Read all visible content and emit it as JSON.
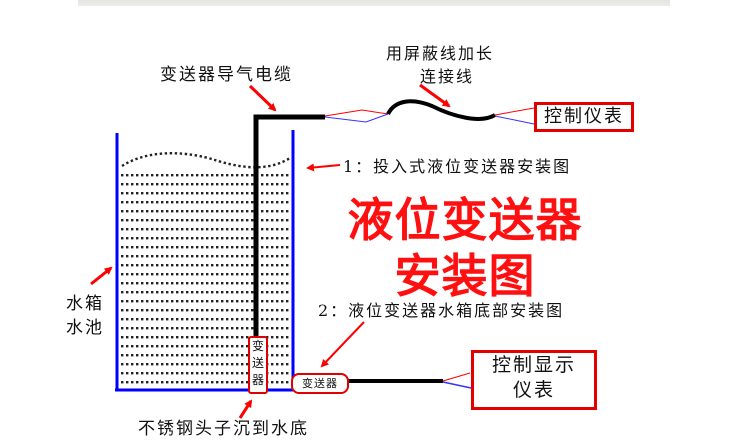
{
  "title": {
    "line1": "液位变送器",
    "line2": "安装图",
    "color": "#ff1010"
  },
  "labels": {
    "cable": "变送器导气电缆",
    "extension_line1": "用屏蔽线加长",
    "extension_line2": "连接线",
    "control_meter_top": "控制仪表",
    "install1": "1：投入式液位变送器安装图",
    "install2": "2：液位变送器水箱底部安装图",
    "tank_line1": "水箱",
    "tank_line2": "水池",
    "stainless": "不锈钢头子沉到水底",
    "control_display_line1": "控制显示",
    "control_display_line2": "仪表",
    "sensor_vertical": [
      "变",
      "送",
      "器"
    ],
    "sensor_horizontal": "变送器"
  },
  "colors": {
    "tank_wall": "#0000ff",
    "cable": "#000000",
    "arrow": "#ff0000",
    "wire_red": "#ff0000",
    "wire_blue": "#3333ff"
  }
}
